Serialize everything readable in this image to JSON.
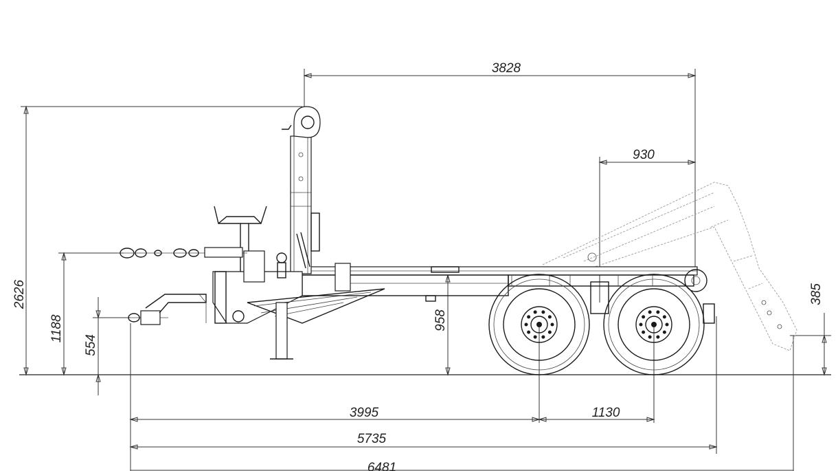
{
  "dimensions": {
    "hook_to_rear": "3828",
    "total_height": "2626",
    "frame_end_offset": "930",
    "drawbar_height": "1188",
    "coupling_height": "554",
    "frame_height": "958",
    "rear_overhang_height": "385",
    "front_to_axle": "3995",
    "axle_spacing": "1130",
    "overall_frame": "5735",
    "overall_length": "6481"
  },
  "colors": {
    "line": "#1a1a1a",
    "ghost": "#9a9a9a"
  }
}
